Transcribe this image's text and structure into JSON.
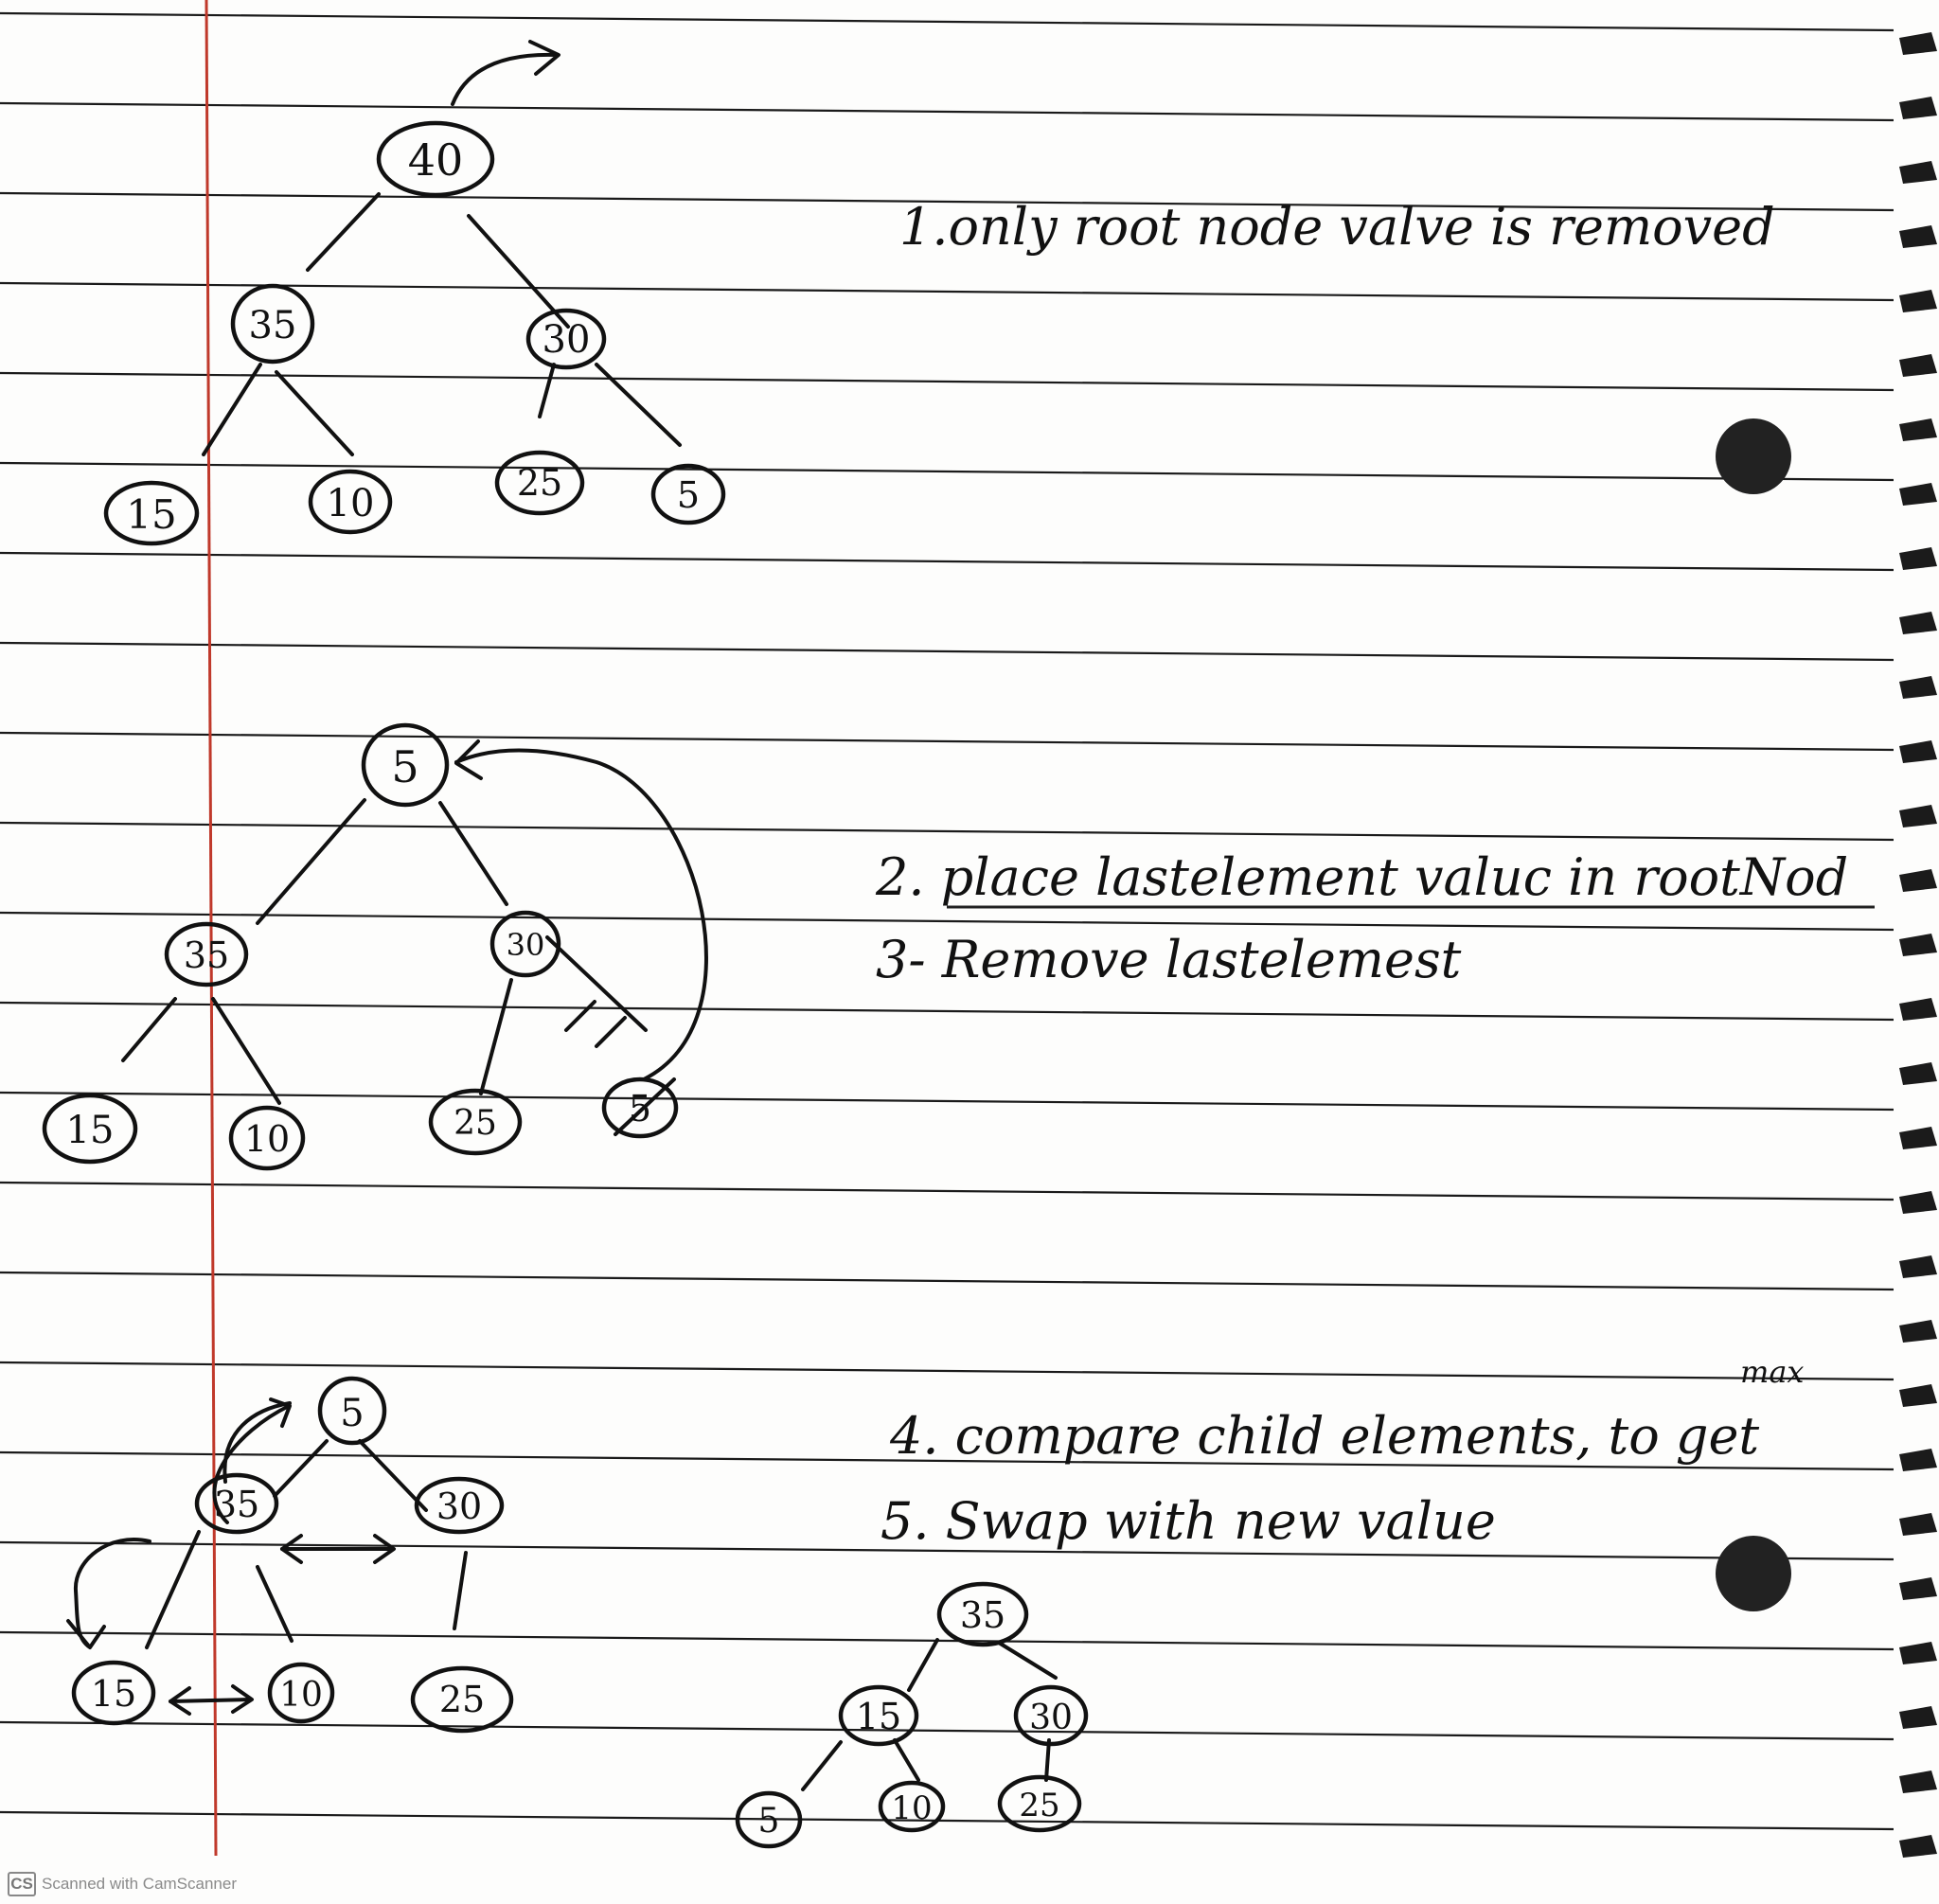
{
  "notes": [
    "1.only root node valve is removed",
    "2. place lastelement valuc in rootNod",
    "3- Remove lastelemest",
    "4. compare child elements, to get",
    "5. Swap with new value"
  ],
  "note_max": "max",
  "trees": [
    {
      "name": "original-heap",
      "nodes": [
        "40",
        "35",
        "30",
        "15",
        "10",
        "25",
        "5"
      ]
    },
    {
      "name": "after-replace",
      "nodes": [
        "5",
        "35",
        "30",
        "15",
        "10",
        "25",
        "5"
      ]
    },
    {
      "name": "comparing",
      "nodes": [
        "5",
        "35",
        "30",
        "15",
        "10",
        "25"
      ]
    },
    {
      "name": "result-heap",
      "nodes": [
        "35",
        "15",
        "30",
        "5",
        "10",
        "25"
      ]
    }
  ],
  "footer": {
    "logo": "CS",
    "text": "Scanned with CamScanner"
  },
  "colors": {
    "ink": "#111111",
    "rule_line": "#1a1a1a",
    "margin_line": "#c0392b",
    "paper": "#fdfdfc",
    "spiral": "#1b1b1b"
  }
}
